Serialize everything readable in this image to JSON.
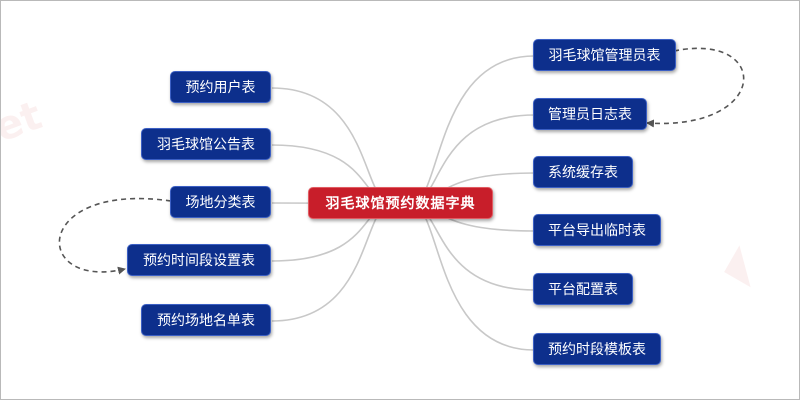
{
  "center": {
    "label": "羽毛球馆预约数据字典"
  },
  "left_nodes": [
    {
      "label": "预约用户表"
    },
    {
      "label": "羽毛球馆公告表"
    },
    {
      "label": "场地分类表"
    },
    {
      "label": "预约时间段设置表"
    },
    {
      "label": "预约场地名单表"
    }
  ],
  "right_nodes": [
    {
      "label": "羽毛球馆管理员表"
    },
    {
      "label": "管理员日志表"
    },
    {
      "label": "系统缓存表"
    },
    {
      "label": "平台导出临时表"
    },
    {
      "label": "平台配置表"
    },
    {
      "label": "预约时段模板表"
    }
  ],
  "colors": {
    "center_fill": "#c81e2a",
    "node_fill": "#0d2f8c",
    "link_stroke": "#c8c8c8",
    "dashed_link": "#555555"
  }
}
